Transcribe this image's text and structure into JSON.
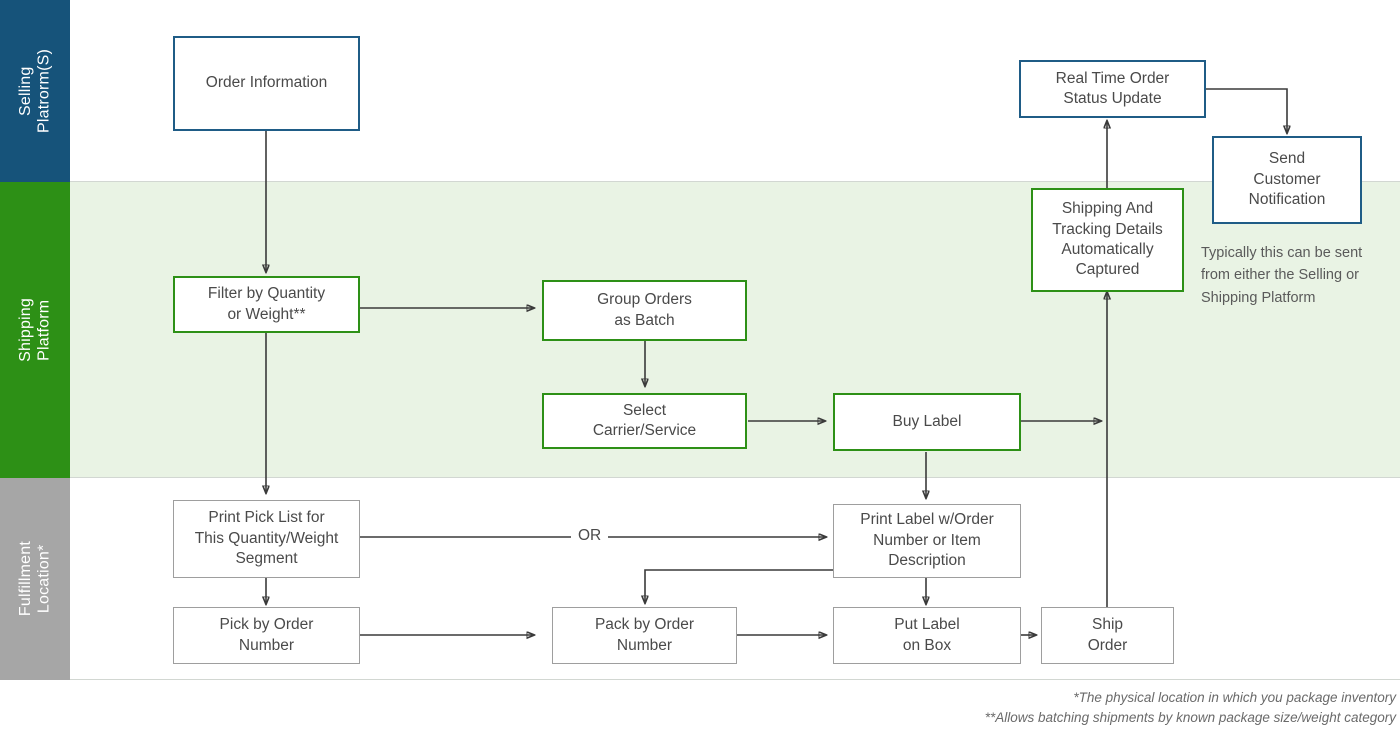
{
  "diagram": {
    "title_present": false,
    "lanes": [
      {
        "id": "selling",
        "label": "Selling\nPlatrorm(S)",
        "color": "#16537a"
      },
      {
        "id": "shipping",
        "label": "Shipping\nPlatform",
        "color": "#2d9016"
      },
      {
        "id": "fulfill",
        "label": "Fulfillment\nLocation*",
        "color": "#a6a6a6"
      }
    ],
    "nodes": [
      {
        "id": "order-information",
        "label": "Order Information",
        "lane": "selling",
        "style": "blue"
      },
      {
        "id": "real-time-order-status",
        "label": "Real Time Order\nStatus Update",
        "lane": "selling",
        "style": "blue"
      },
      {
        "id": "send-customer-notification",
        "label": "Send\nCustomer\nNotification",
        "lane": "selling",
        "style": "blue"
      },
      {
        "id": "filter-by-quantity",
        "label": "Filter by Quantity\nor Weight**",
        "lane": "shipping",
        "style": "green"
      },
      {
        "id": "group-orders-as-batch",
        "label": "Group Orders\nas Batch",
        "lane": "shipping",
        "style": "green"
      },
      {
        "id": "select-carrier-service",
        "label": "Select\nCarrier/Service",
        "lane": "shipping",
        "style": "green"
      },
      {
        "id": "buy-label",
        "label": "Buy Label",
        "lane": "shipping",
        "style": "green"
      },
      {
        "id": "shipping-tracking-details",
        "label": "Shipping And\nTracking Details\nAutomatically\nCaptured",
        "lane": "shipping",
        "style": "green"
      },
      {
        "id": "print-pick-list",
        "label": "Print Pick List for\nThis Quantity/Weight\nSegment",
        "lane": "fulfill",
        "style": "gray"
      },
      {
        "id": "print-label-w-order",
        "label": "Print Label w/Order\nNumber or Item\nDescription",
        "lane": "fulfill",
        "style": "gray"
      },
      {
        "id": "pick-by-order-number",
        "label": "Pick by Order\nNumber",
        "lane": "fulfill",
        "style": "gray"
      },
      {
        "id": "pack-by-order-number",
        "label": "Pack by Order\nNumber",
        "lane": "fulfill",
        "style": "gray"
      },
      {
        "id": "put-label-on-box",
        "label": "Put Label\non Box",
        "lane": "fulfill",
        "style": "gray"
      },
      {
        "id": "ship-order",
        "label": "Ship\nOrder",
        "lane": "fulfill",
        "style": "gray"
      }
    ],
    "edge_labels": [
      {
        "id": "or-label",
        "label": "OR"
      }
    ],
    "annotations": [
      {
        "id": "notification-note",
        "label": "Typically this can be sent\nfrom either the Selling or\nShipping Platform"
      }
    ],
    "footnotes": "*The physical location in which you package inventory\n**Allows batching shipments by known package size/weight category",
    "colors": {
      "selling_lane": "#16537a",
      "shipping_lane": "#2d9016",
      "fulfillment_lane": "#a6a6a6",
      "shipping_band_bg": "#e9f3e4",
      "blue_border": "#1f5c86",
      "green_border": "#2d9016",
      "gray_border": "#9e9e9e",
      "connector": "#3a3a3a"
    }
  }
}
